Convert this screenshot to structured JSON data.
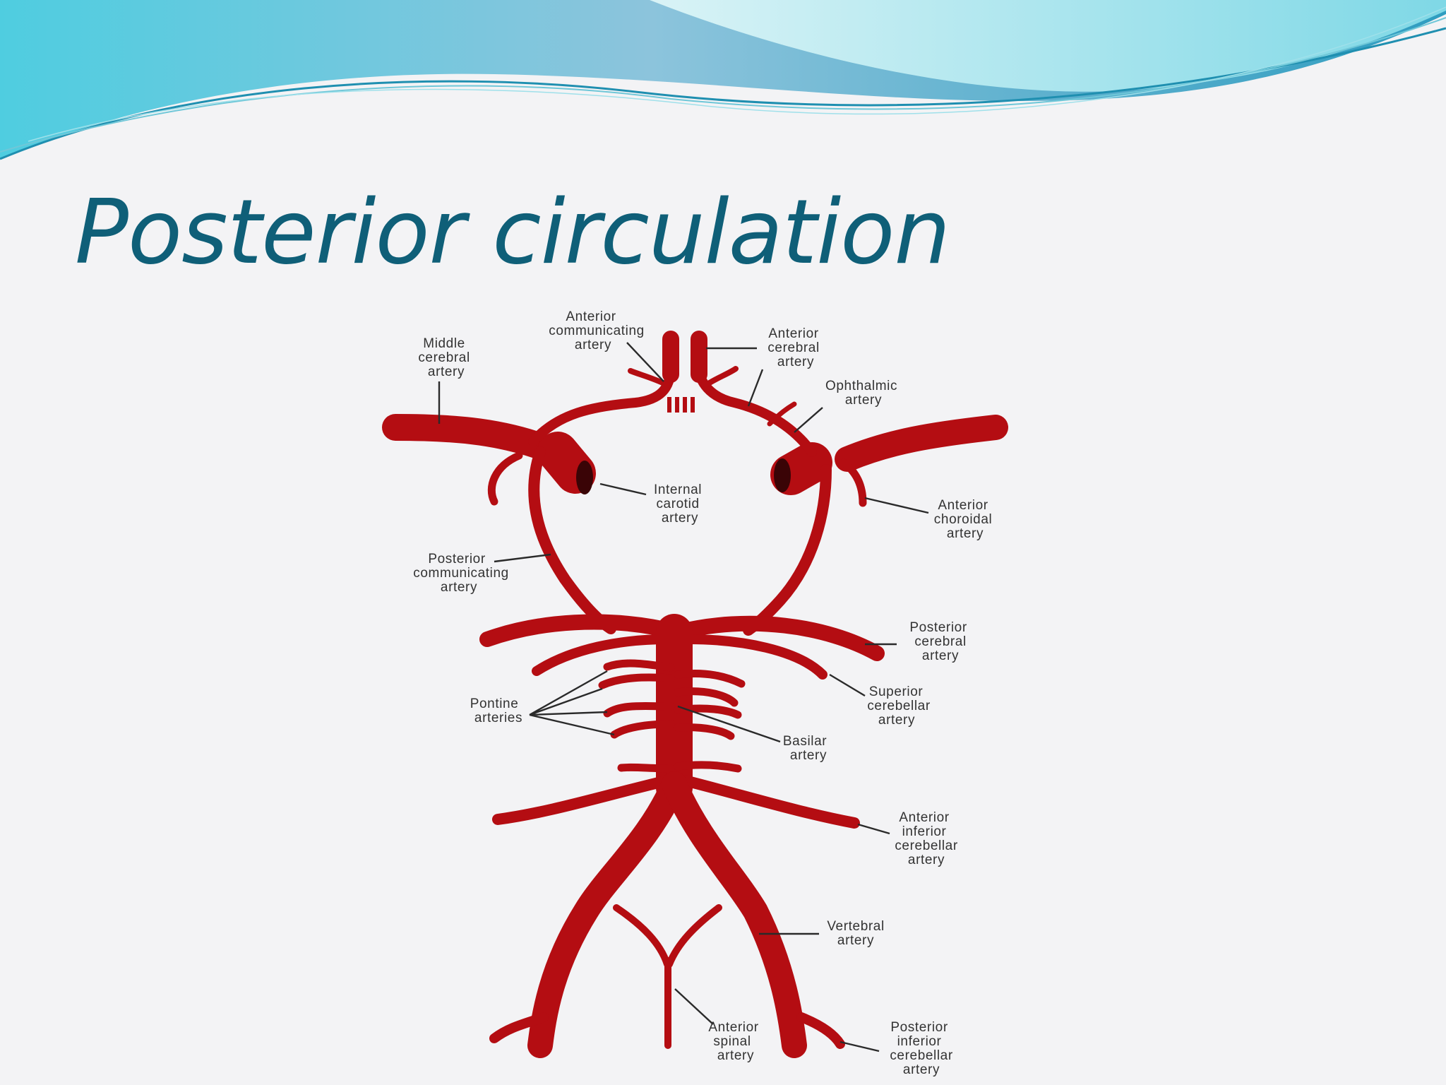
{
  "slide": {
    "title": "Posterior circulation",
    "colors": {
      "background": "#f3f3f5",
      "title": "#0f5f78",
      "banner_light": "#bfe9f0",
      "banner_mid": "#6fd3e0",
      "banner_deep": "#2e9fbf",
      "artery": "#b40d12"
    }
  },
  "diagram": {
    "labels": {
      "acomm": [
        "Anterior",
        "communicating",
        "artery"
      ],
      "mca": [
        "Middle",
        "cerebral",
        "artery"
      ],
      "aca": [
        "Anterior",
        "cerebral",
        "artery"
      ],
      "ophthalmic": [
        "Ophthalmic",
        "artery"
      ],
      "ica": [
        "Internal",
        "carotid",
        "artery"
      ],
      "achor": [
        "Anterior",
        "choroidal",
        "artery"
      ],
      "pcomm": [
        "Posterior",
        "communicating",
        "artery"
      ],
      "pca": [
        "Posterior",
        "cerebral",
        "artery"
      ],
      "sca": [
        "Superior",
        "cerebellar",
        "artery"
      ],
      "pontine": [
        "Pontine",
        "arteries"
      ],
      "basilar": [
        "Basilar",
        "artery"
      ],
      "aica": [
        "Anterior",
        "inferior",
        "cerebellar",
        "artery"
      ],
      "vertebral": [
        "Vertebral",
        "artery"
      ],
      "asa": [
        "Anterior",
        "spinal",
        "artery"
      ],
      "pica": [
        "Posterior",
        "inferior",
        "cerebellar",
        "artery"
      ]
    }
  }
}
